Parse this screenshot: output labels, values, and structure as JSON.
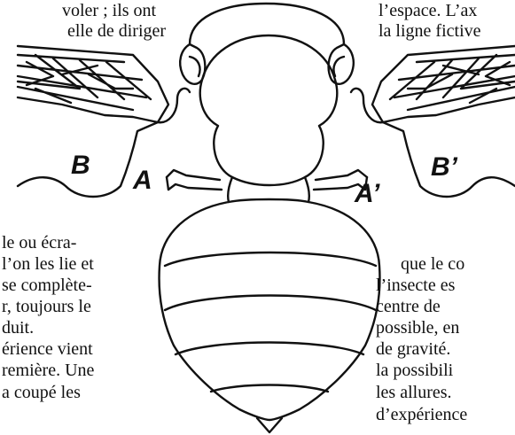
{
  "text_left": [
    "voler ; ils ont",
    "elle de diriger",
    "le ou écra-",
    "l’on les lie et",
    "se complète-",
    "r, toujours le",
    "duit.",
    "érience vient",
    "remière. Une",
    "a coupé les"
  ],
  "text_right": [
    "l’espace. L’ax",
    "la ligne fictive",
    "que  le  co",
    "l’insecte es",
    "centre de",
    "possible, en",
    "de gravité.",
    "la possibili",
    "les allures.",
    "d’expérience"
  ],
  "figure": {
    "labels": {
      "b": "B",
      "a": "A",
      "a_prime": "A’",
      "b_prime": "B’"
    }
  }
}
